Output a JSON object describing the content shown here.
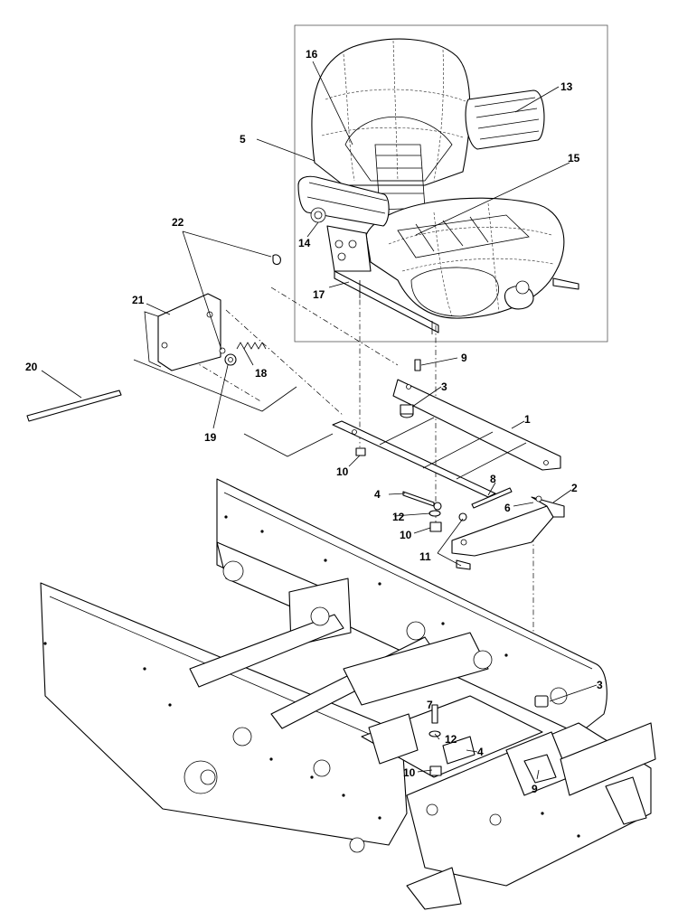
{
  "callouts": [
    {
      "id": "c1",
      "label": "1"
    },
    {
      "id": "c2",
      "label": "2"
    },
    {
      "id": "c3a",
      "label": "3"
    },
    {
      "id": "c3b",
      "label": "3"
    },
    {
      "id": "c4a",
      "label": "4"
    },
    {
      "id": "c4b",
      "label": "4"
    },
    {
      "id": "c5",
      "label": "5"
    },
    {
      "id": "c6",
      "label": "6"
    },
    {
      "id": "c7",
      "label": "7"
    },
    {
      "id": "c8",
      "label": "8"
    },
    {
      "id": "c9a",
      "label": "9"
    },
    {
      "id": "c9b",
      "label": "9"
    },
    {
      "id": "c10a",
      "label": "10"
    },
    {
      "id": "c10b",
      "label": "10"
    },
    {
      "id": "c10c",
      "label": "10"
    },
    {
      "id": "c11",
      "label": "11"
    },
    {
      "id": "c12a",
      "label": "12"
    },
    {
      "id": "c12b",
      "label": "12"
    },
    {
      "id": "c13",
      "label": "13"
    },
    {
      "id": "c14",
      "label": "14"
    },
    {
      "id": "c15",
      "label": "15"
    },
    {
      "id": "c16",
      "label": "16"
    },
    {
      "id": "c17",
      "label": "17"
    },
    {
      "id": "c18",
      "label": "18"
    },
    {
      "id": "c19",
      "label": "19"
    },
    {
      "id": "c20",
      "label": "20"
    },
    {
      "id": "c21",
      "label": "21"
    },
    {
      "id": "c22",
      "label": "22"
    }
  ]
}
